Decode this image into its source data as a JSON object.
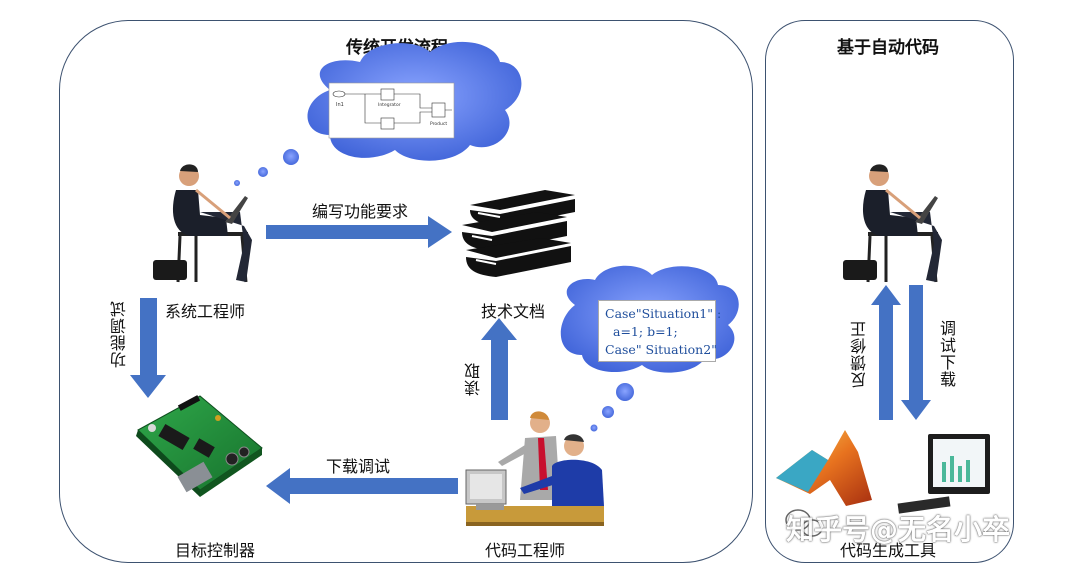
{
  "left_panel": {
    "title": "传统开发流程"
  },
  "right_panel": {
    "title": "基于自动代码"
  },
  "labels": {
    "system_engineer": "系统工程师",
    "tech_doc": "技术文档",
    "target_controller": "目标控制器",
    "code_engineer": "代码工程师",
    "write_req": "编写功能要求",
    "download_debug": "下载调试",
    "func_debug": "功能调试",
    "read": "读取",
    "feedback": "反馈修正",
    "debug_download": "调试下载",
    "code_gen_tool": "代码生成工具"
  },
  "code_snippet": [
    "Case\"Situation1\" :",
    "a=1; b=1;",
    "Case\" Situation2\""
  ],
  "simulink": {
    "in_label": "In1",
    "integrator": "Integrator",
    "product": "Product"
  },
  "watermark": "知乎号@无名小卒",
  "colors": {
    "arrow": "#4472c4",
    "border": "#3d5270",
    "cloud": "#4a6fe0",
    "code_text": "#1f4e9c"
  }
}
